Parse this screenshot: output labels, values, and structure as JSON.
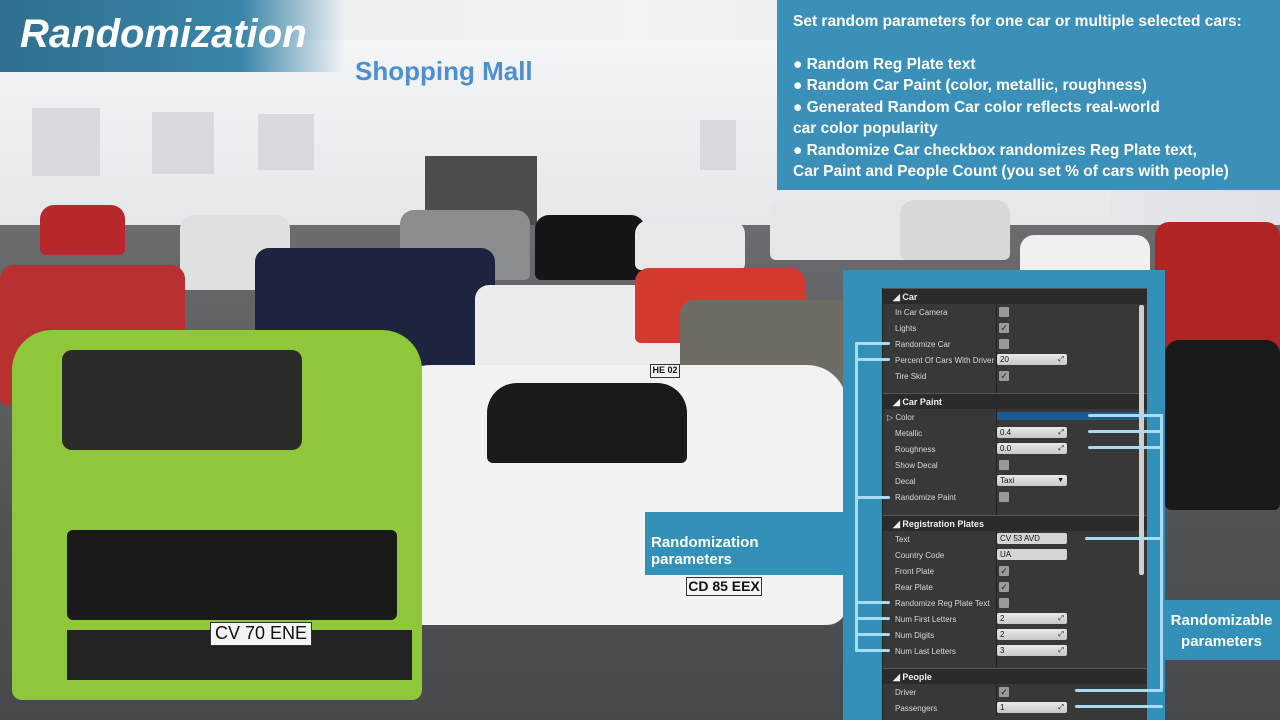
{
  "title": "Randomization",
  "sign": "Shopping Mall",
  "info": {
    "heading": "Set random parameters for one car or multiple selected cars:",
    "bullets": [
      "● Random Reg Plate text",
      "● Random Car Paint (color, metallic, roughness)",
      "● Generated Random Car color reflects real-world",
      "car color popularity",
      "● Randomize Car checkbox randomizes Reg Plate text,",
      "Car Paint and People Count (you set % of cars with people)"
    ]
  },
  "plates": [
    "CV 70 ENE",
    "CD 85 EEX",
    "HE 02"
  ],
  "callouts": {
    "left": "Randomization parameters",
    "right_1": "Randomizable",
    "right_2": "parameters"
  },
  "panel": {
    "car": {
      "header": "Car",
      "in_car_camera": "In Car Camera",
      "lights": "Lights",
      "randomize_car": "Randomize Car",
      "percent_driver": "Percent Of Cars With Driver",
      "percent_driver_value": "20",
      "tire_skid": "Tire Skid"
    },
    "paint": {
      "header": "Car Paint",
      "color": "Color",
      "color_value": "#1d5a94",
      "metallic": "Metallic",
      "metallic_value": "0.4",
      "roughness": "Roughness",
      "roughness_value": "0.0",
      "show_decal": "Show Decal",
      "decal": "Decal",
      "decal_value": "Taxi",
      "randomize_paint": "Randomize Paint"
    },
    "plates": {
      "header": "Registration Plates",
      "text": "Text",
      "text_value": "CV 53 AVD",
      "country": "Country Code",
      "country_value": "UA",
      "front": "Front Plate",
      "rear": "Rear Plate",
      "randomize_text": "Randomize Reg Plate Text",
      "first": "Num First Letters",
      "first_value": "2",
      "digits": "Num Digits",
      "digits_value": "2",
      "last": "Num Last Letters",
      "last_value": "3"
    },
    "people": {
      "header": "People",
      "driver": "Driver",
      "passengers": "Passengers",
      "passengers_value": "1"
    }
  }
}
